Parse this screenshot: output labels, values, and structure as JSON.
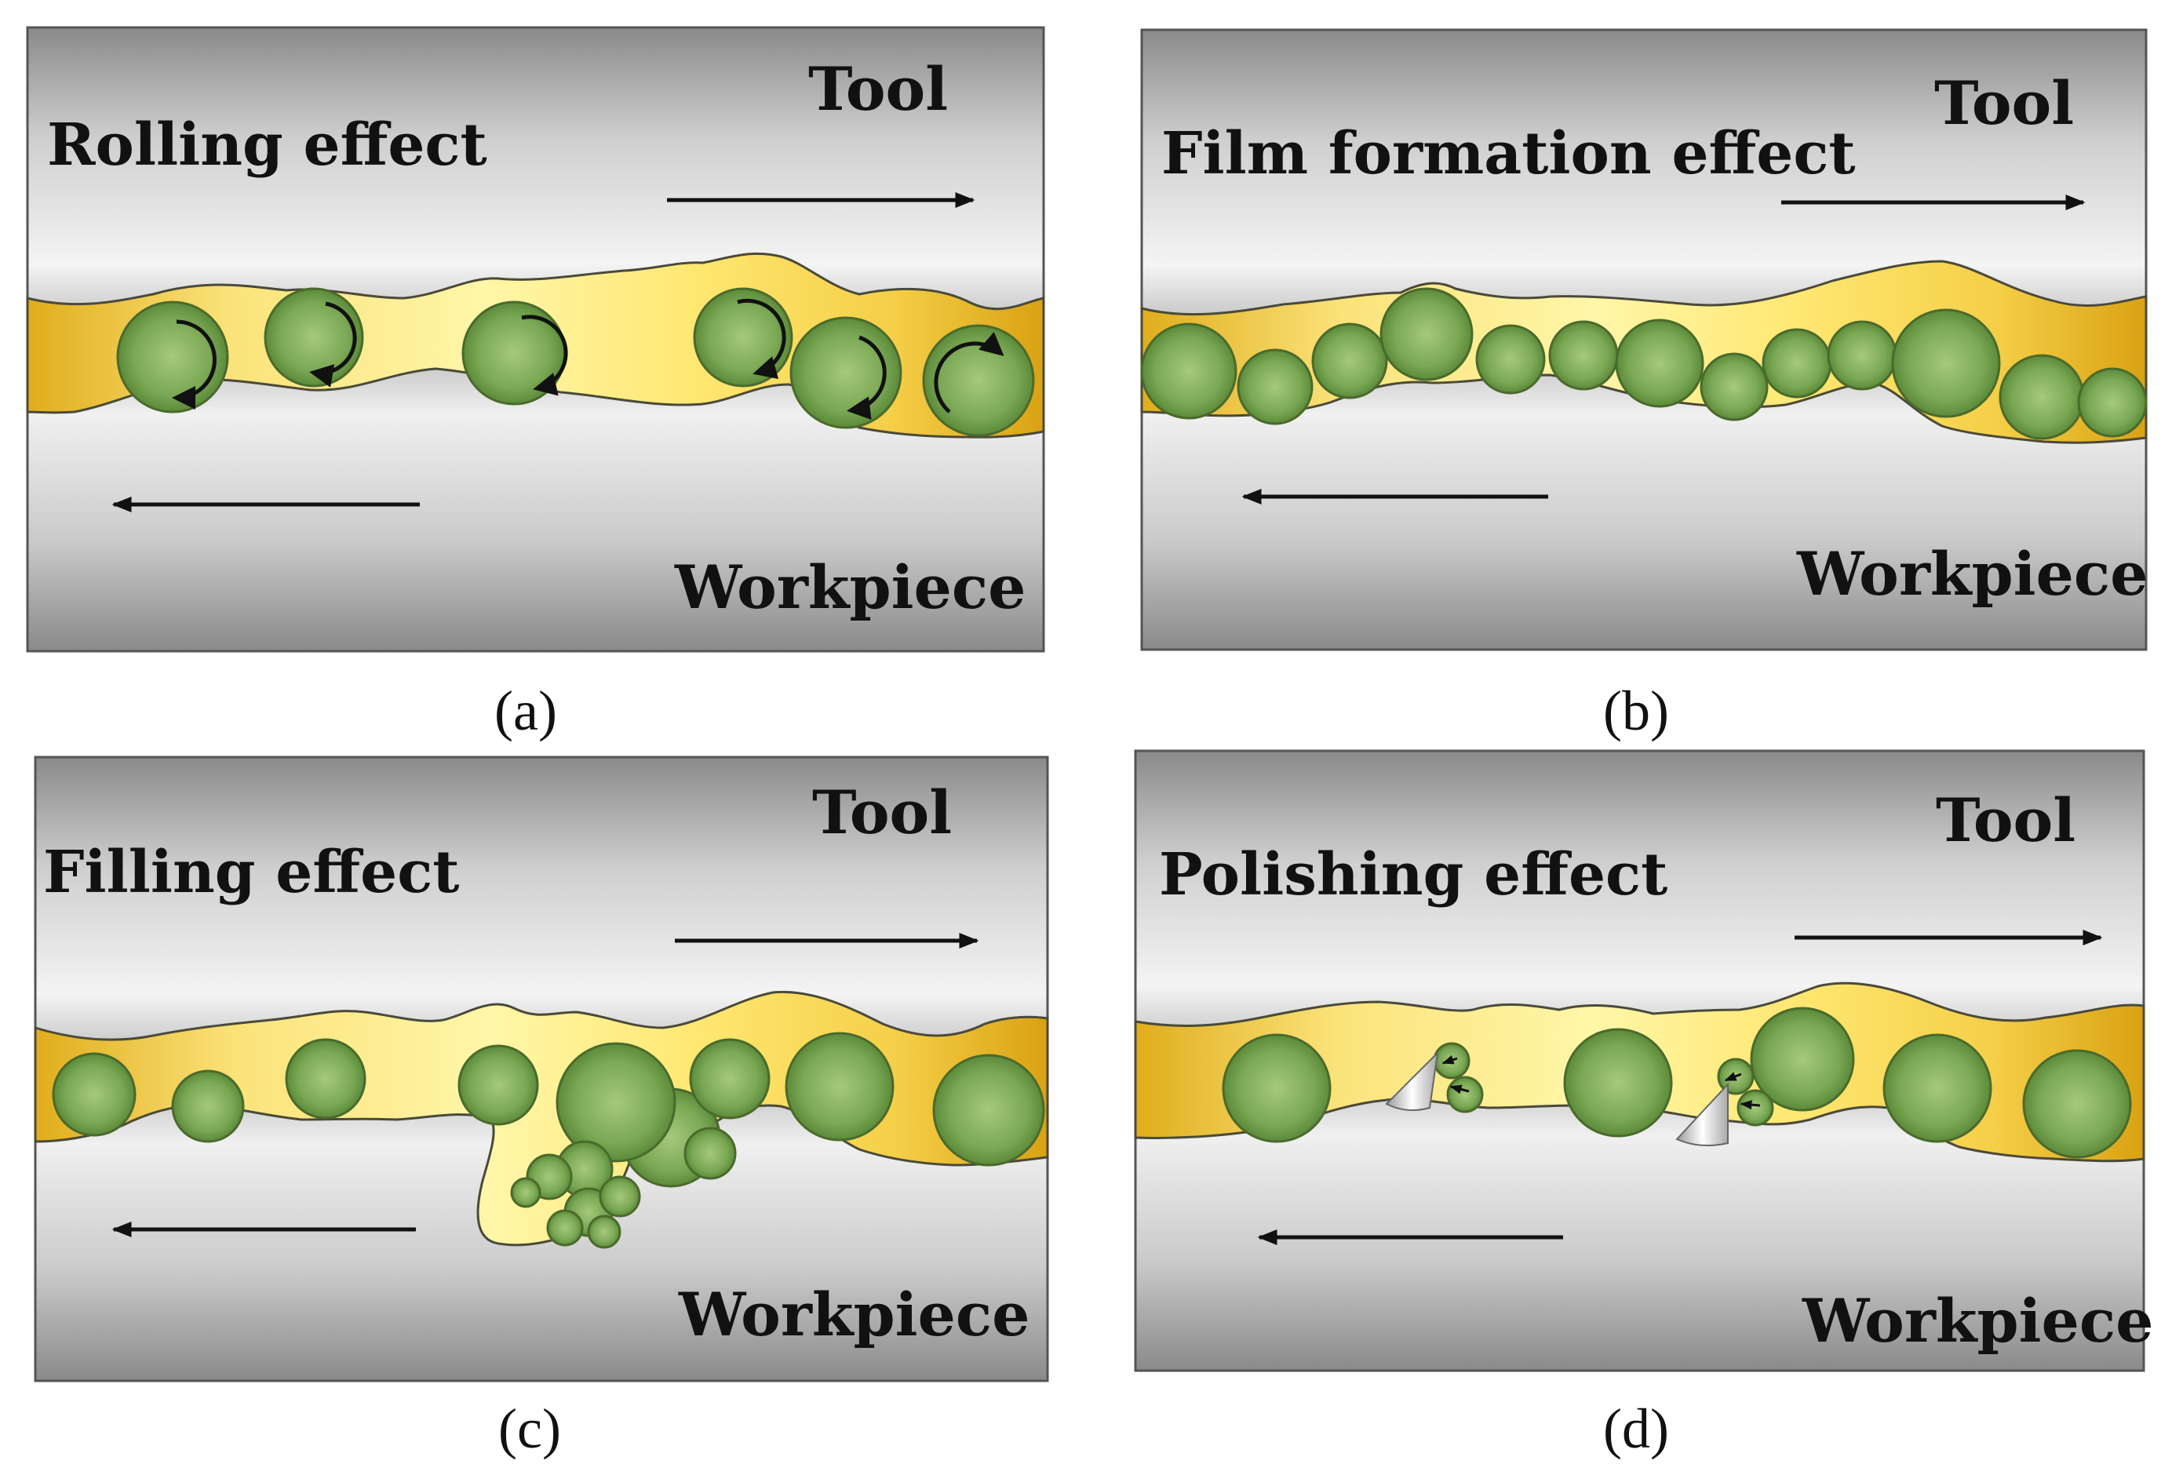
{
  "colors": {
    "steel_light": "#f4f4f4",
    "steel_dark": "#8a8a8a",
    "lubricant_light": "#fff6a8",
    "lubricant_dark": "#d9a212",
    "particle_light": "#a6c97c",
    "particle_dark": "#5b8a3a",
    "outline": "#3a3a3a"
  },
  "panels": [
    {
      "id": "a",
      "effect": "Rolling effect",
      "tool": "Tool",
      "workpiece": "Workpiece",
      "caption": "(a)"
    },
    {
      "id": "b",
      "effect": "Film formation effect",
      "tool": "Tool",
      "workpiece": "Workpiece",
      "caption": "(b)"
    },
    {
      "id": "c",
      "effect": "Filling effect",
      "tool": "Tool",
      "workpiece": "Workpiece",
      "caption": "(c)"
    },
    {
      "id": "d",
      "effect": "Polishing effect",
      "tool": "Tool",
      "workpiece": "Workpiece",
      "caption": "(d)"
    }
  ]
}
